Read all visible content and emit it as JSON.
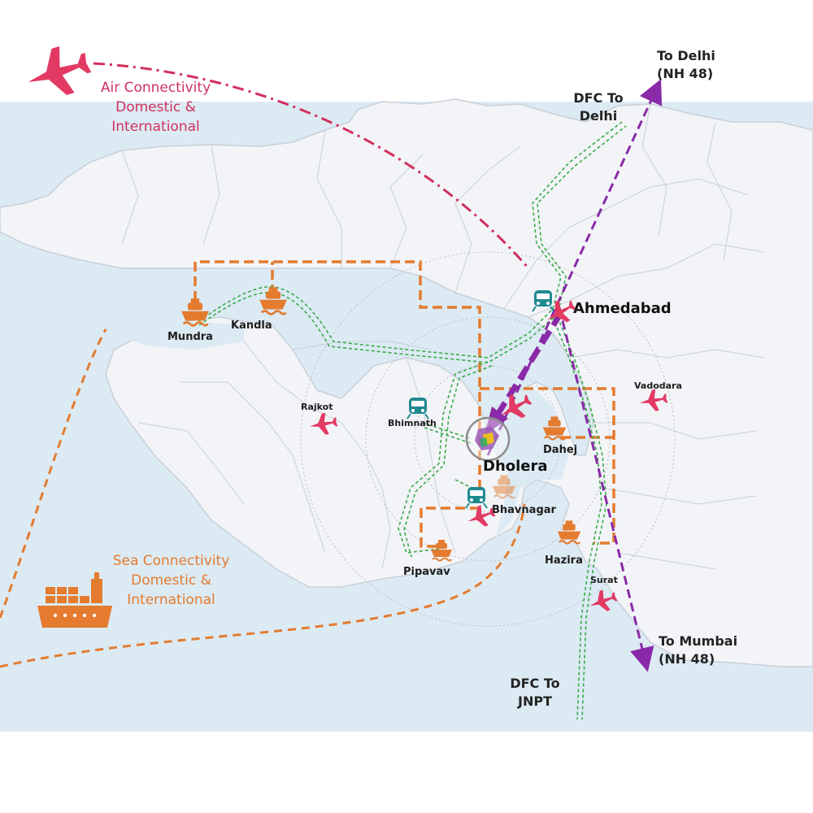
{
  "legend": {
    "air": [
      "Air Connectivity",
      "Domestic &",
      "International"
    ],
    "sea": [
      "Sea Connectivity",
      "Domestic &",
      "International"
    ]
  },
  "routes": {
    "to_delhi": [
      "To Delhi",
      "(NH 48)"
    ],
    "dfc_delhi": [
      "DFC To",
      "Delhi"
    ],
    "to_mumbai": [
      "To Mumbai",
      "(NH 48)"
    ],
    "dfc_jnpt": [
      "DFC To",
      "JNPT"
    ]
  },
  "cities": {
    "ahmedabad": "Ahmedabad",
    "dholera": "Dholera",
    "vadodara": "Vadodara",
    "dahej": "Dahej",
    "bhavnagar": "Bhavnagar",
    "bhimnath": "Bhimnath",
    "rajkot": "Rajkot",
    "mundra": "Mundra",
    "kandla": "Kandla",
    "pipavav": "Pipavav",
    "hazira": "Hazira",
    "surat": "Surat"
  },
  "colors": {
    "sea": "#dceaf3",
    "land": "#f2f4f7",
    "border": "#c9d0d8",
    "air": "#d2305e",
    "sea_route": "#e47b2f",
    "road": "#8a2aa8",
    "rail": "#3aaa4a",
    "rail_icon": "#1f8a90"
  },
  "icons": {
    "plane": "plane-icon",
    "ship": "ship-icon",
    "train": "train-icon",
    "cargo": "cargo-ship-icon"
  }
}
